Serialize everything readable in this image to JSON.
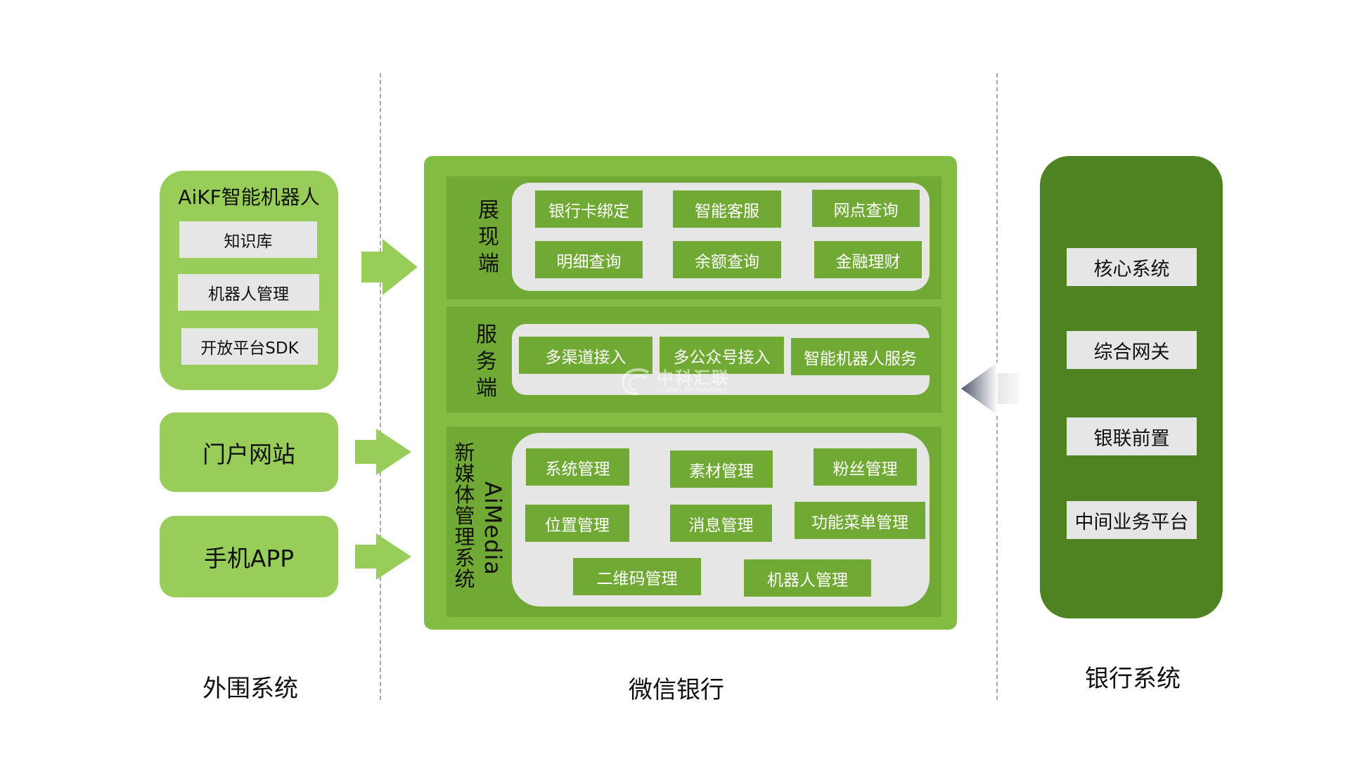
{
  "columns": {
    "left_label": "外围系统",
    "middle_label": "微信银行",
    "right_label": "银行系统"
  },
  "left": {
    "aikf": {
      "title": "AiKF智能机器人",
      "items": [
        "知识库",
        "机器人管理",
        "开放平台SDK"
      ]
    },
    "portal": "门户网站",
    "mobile_app": "手机APP"
  },
  "wechat_bank": {
    "display": {
      "title": [
        "展",
        "现",
        "端"
      ],
      "items": [
        "银行卡绑定",
        "智能客服",
        "网点查询",
        "明细查询",
        "余额查询",
        "金融理财"
      ]
    },
    "service": {
      "title": [
        "服",
        "务",
        "端"
      ],
      "items": [
        "多渠道接入",
        "多公众号接入",
        "智能机器人服务"
      ]
    },
    "media": {
      "title_cn": [
        "新",
        "媒",
        "体",
        "管",
        "理",
        "系",
        "统"
      ],
      "title_en": "AiMedia",
      "items": [
        "系统管理",
        "素材管理",
        "粉丝管理",
        "位置管理",
        "消息管理",
        "功能菜单管理",
        "二维码管理",
        "机器人管理"
      ]
    }
  },
  "bank": {
    "items": [
      "核心系统",
      "综合网关",
      "银联前置",
      "中间业务平台"
    ]
  },
  "watermark": {
    "cn": "中科汇联",
    "en": "Huilan Technology"
  },
  "colors": {
    "light_green": "#98cd5a",
    "main_green": "#83bc42",
    "section_green": "#71a935",
    "dark_green": "#4f8220",
    "chip_gray": "#e6e6e6"
  }
}
